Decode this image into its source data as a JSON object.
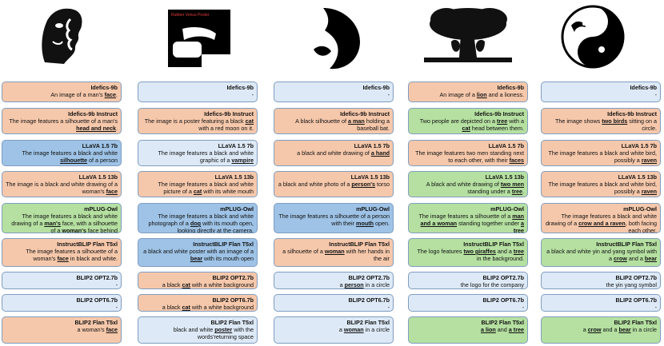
{
  "colors": {
    "orange": "#f6c8ab",
    "light_blue": "#dde9f6",
    "blue": "#9ec3e6",
    "green": "#b5e0a1"
  },
  "columns": [
    {
      "image": "face-silhouette-illusion",
      "entries": [
        {
          "model": "Idefics-9b",
          "text": "An image of a man's <u>face</u>.",
          "color": "orange"
        },
        {
          "model": "Idefics-9b Instruct",
          "text": "The image features a silhouette of a man's <u>head and neck</u>.",
          "color": "orange"
        },
        {
          "model": "LLaVA 1.5 7b",
          "text": "The image features a black and white <u>silhouette</u> of a person",
          "color": "blue"
        },
        {
          "model": "LLaVA 1.5 13b",
          "text": "The image is a black and white drawing of a woman's <u>face</u>",
          "color": "orange"
        },
        {
          "model": "mPLUG-Owl",
          "text": "The image features a black and white drawing of a <u>man's</u> face, with a silhouette of a <u>woman's</u> face behind",
          "color": "green"
        },
        {
          "model": "InstructBLIP Flan T5xl",
          "text": "The image features a silhouette of a woman's <u>face</u> in black and white.",
          "color": "orange"
        },
        {
          "model": "BLIP2 OPT2.7b",
          "text": "-",
          "color": "light_blue"
        },
        {
          "model": "BLIP2 OPT6.7b",
          "text": "-",
          "color": "light_blue"
        },
        {
          "model": "BLIP2 Flan T5xl",
          "text": "a woman's <u>face</u>",
          "color": "orange"
        }
      ]
    },
    {
      "image": "poster-cat-vampire-illusion",
      "poster_title": "Rubber Venus Poster",
      "entries": [
        {
          "model": "Idefics-9b",
          "text": "-",
          "color": "light_blue"
        },
        {
          "model": "Idefics-9b Instruct",
          "text": "The image is a poster featuring a black <u>cat</u> with a red moon on it.",
          "color": "orange"
        },
        {
          "model": "LLaVA 1.5 7b",
          "text": "The image features a black and white graphic of a <u>vampire</u>",
          "color": "light_blue"
        },
        {
          "model": "LLaVA 1.5 13b",
          "text": "The image features a black and white picture of a <u>cat</u> with its white mouth",
          "color": "orange"
        },
        {
          "model": "mPLUG-Owl",
          "text": "The image features a black and white photograph of a <u>dog</u> with its mouth open, looking directly at the camera.",
          "color": "blue"
        },
        {
          "model": "InstructBLIP Flan T5xl",
          "text": "a black and white poster with an image of a <u>bear</u> with its mouth open",
          "color": "blue"
        },
        {
          "model": "BLIP2 OPT2.7b",
          "text": "a black <u>cat</u> with a white background",
          "color": "orange"
        },
        {
          "model": "BLIP2 OPT6.7b",
          "text": "a black <u>cat</u> with a white background",
          "color": "orange"
        },
        {
          "model": "BLIP2 Flan T5xl",
          "text": "black and white <u>poster</u> with the words'returning space",
          "color": "light_blue"
        }
      ]
    },
    {
      "image": "hand-ball-silhouette",
      "entries": [
        {
          "model": "Idefics-9b",
          "text": "-",
          "color": "light_blue"
        },
        {
          "model": "Idefics-9b Instruct",
          "text": "A black silhouette of <u>a man</u> holding a baseball bat.",
          "color": "orange"
        },
        {
          "model": "LLaVA 1.5 7b",
          "text": "a black and white drawing of <u>a hand</u>",
          "color": "orange"
        },
        {
          "model": "LLaVA 1.5 13b",
          "text": "a black and white photo of a <u>person's</u> torso",
          "color": "orange"
        },
        {
          "model": "mPLUG-Owl",
          "text": "The image features a silhouette of a person with their <u>mouth</u> open.",
          "color": "blue"
        },
        {
          "model": "InstructBLIP Flan T5xl",
          "text": "a silhouette of a <u>woman</u> with her hands in the air",
          "color": "orange"
        },
        {
          "model": "BLIP2 OPT2.7b",
          "text": "a <u>person</u> in a circle",
          "color": "light_blue"
        },
        {
          "model": "BLIP2 OPT6.7b",
          "text": "-",
          "color": "light_blue"
        },
        {
          "model": "BLIP2 Flan T5xl",
          "text": "a <u>woman</u> in a circle",
          "color": "light_blue"
        }
      ]
    },
    {
      "image": "tree-lion-silhouette",
      "entries": [
        {
          "model": "Idefics-9b",
          "text": "An image of a <u>lion</u> and a lioness.",
          "color": "orange"
        },
        {
          "model": "Idefics-9b Instruct",
          "text": "Two people are depicted on a <u>tree</u> with a <u>cat</u> head between them.",
          "color": "green"
        },
        {
          "model": "LLaVA 1.5 7b",
          "text": "The image features two men standing next to each other, with their <u>faces</u>",
          "color": "orange"
        },
        {
          "model": "LLaVA 1.5 13b",
          "text": "A black and white drawing of <u>two men</u> standing under a <u>tree</u>.",
          "color": "green"
        },
        {
          "model": "mPLUG-Owl",
          "text": "The image features a silhouette of a <u>man and a woman</u> standing together under <u>a tree</u>",
          "color": "green"
        },
        {
          "model": "InstructBLIP Flan T5xl",
          "text": "The logo features <u>two giraffes</u> and a <u>tree</u> in the background.",
          "color": "green"
        },
        {
          "model": "BLIP2 OPT2.7b",
          "text": "the logo for the company",
          "color": "light_blue"
        },
        {
          "model": "BLIP2 OPT6.7b",
          "text": "-",
          "color": "light_blue"
        },
        {
          "model": "BLIP2 Flan T5xl",
          "text": "<u>a lion</u> and <u>a tree</u>",
          "color": "green"
        }
      ]
    },
    {
      "image": "yin-yang-birds",
      "entries": [
        {
          "model": "Idefics-9b",
          "text": "-",
          "color": "light_blue"
        },
        {
          "model": "Idefics-9b Instruct",
          "text": "The image shows <u>two birds</u> sitting on a circle.",
          "color": "orange"
        },
        {
          "model": "LLaVA 1.5 7b",
          "text": "The image features a black and white bird, possibly a <u>raven</u>",
          "color": "orange"
        },
        {
          "model": "LLaVA 1.5 13b",
          "text": "The image features a black and white bird, possibly a <u>raven</u>",
          "color": "orange"
        },
        {
          "model": "mPLUG-Owl",
          "text": "The image features a black and white drawing of a <u>crow and a raven</u>, both facing each other.",
          "color": "orange"
        },
        {
          "model": "InstructBLIP Flan T5xl",
          "text": "a black and white yin and yang symbol with a <u>crow</u> and a <u>bear</u>",
          "color": "green"
        },
        {
          "model": "BLIP2 OPT2.7b",
          "text": "the yin yang symbol",
          "color": "light_blue"
        },
        {
          "model": "BLIP2 OPT6.7b",
          "text": "-",
          "color": "light_blue"
        },
        {
          "model": "BLIP2 Flan T5xl",
          "text": "a <u>crow</u> and a <u>bear</u> in a circle",
          "color": "green"
        }
      ]
    }
  ]
}
